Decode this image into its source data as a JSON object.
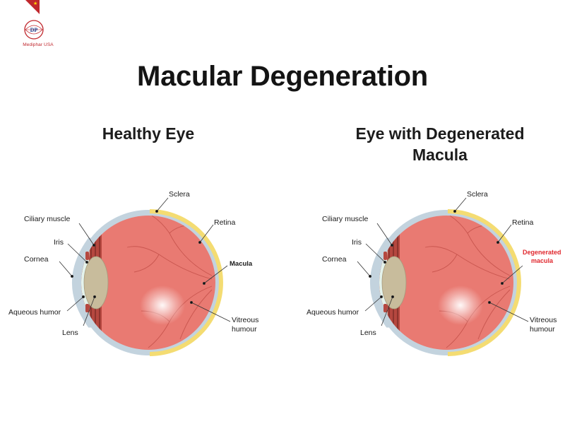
{
  "brand": {
    "name": "Mediphar USA",
    "logo_icon": "mediphar-logo-icon",
    "accent": "#c0272d"
  },
  "title": "Macular Degeneration",
  "panels": [
    {
      "title": "Healthy Eye",
      "labels": {
        "sclera": "Sclera",
        "ciliary_muscle": "Ciliary muscle",
        "retina": "Retina",
        "iris": "Iris",
        "cornea": "Cornea",
        "macula": "Macula",
        "aqueous_humor": "Aqueous humor",
        "lens": "Lens",
        "vitreous_1": "Vitreous",
        "vitreous_2": "humour"
      }
    },
    {
      "title_line1": "Eye with Degenerated",
      "title_line2": "Macula",
      "labels": {
        "sclera": "Sclera",
        "ciliary_muscle": "Ciliary muscle",
        "retina": "Retina",
        "iris": "Iris",
        "cornea": "Cornea",
        "degenerated_1": "Degenerated",
        "degenerated_2": "macula",
        "aqueous_humor": "Aqueous humor",
        "lens": "Lens",
        "vitreous_1": "Vitreous",
        "vitreous_2": "humour"
      }
    }
  ],
  "colors": {
    "sclera": "#c3d3de",
    "retina": "#f6e07e",
    "eyeball": "#e97a72",
    "vessel": "#c2524b",
    "lens": "#c8bc9c",
    "cornea_fluid": "#dff2ea",
    "iris": "#b5473f",
    "highlight": "#ffffff",
    "degenerated_text": "#e0282e"
  }
}
